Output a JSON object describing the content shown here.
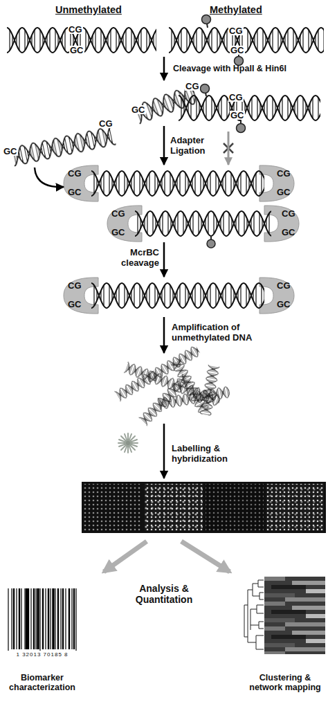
{
  "diagram": {
    "nodes": [
      {
        "text": [
          "CG",
          "GC"
        ]
      },
      {
        "text": [
          "CG",
          "GC"
        ]
      },
      {
        "text": [
          "CG",
          "GC"
        ]
      },
      {
        "text": [
          "CG",
          "GC"
        ]
      },
      {
        "text": [
          "CG",
          "GC"
        ]
      },
      {
        "text": [
          "CG",
          "GC",
          "CG",
          "GC"
        ]
      },
      {
        "text": [
          "CG",
          "GC",
          "CG",
          "GC"
        ]
      },
      {
        "text": [
          "CG",
          "GC",
          "CG",
          "GC"
        ]
      },
      {
        "text": [
          "1 32013 70185 8",
          "Biomarker characterization"
        ]
      },
      {
        "text": [
          "Clustering & network mapping"
        ]
      }
    ],
    "edges": [
      {
        "from": 0,
        "to": 2,
        "arrow": "to",
        "label": "Cleavage with HpaII & Hin6I"
      },
      {
        "from": 4,
        "to": 5,
        "arrow": "to"
      },
      {
        "from": 2,
        "to": 5,
        "arrow": "to",
        "label": "Adapter Ligation"
      },
      {
        "from": 3,
        "to": 5,
        "arrow": "to"
      },
      {
        "from": 6,
        "to": 7,
        "arrow": "to",
        "label": "McrBC cleavage"
      }
    ],
    "labels": [
      "Unmethylated",
      "Methylated",
      "Amplification of unmethylated DNA",
      "Labelling & hybridization",
      "Analysis & Quantitation"
    ]
  }
}
